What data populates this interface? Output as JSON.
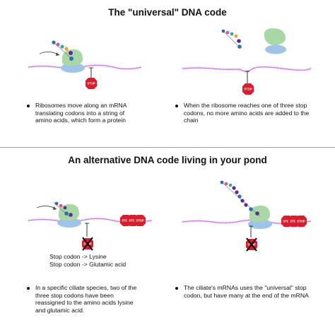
{
  "titles": {
    "top": "The \"universal\" DNA code",
    "middle": "An alternative DNA code living in your pond"
  },
  "bullets": {
    "top_left": [
      "Ribosomes move along an mRNA",
      "translating codons into a string of",
      "amino acids, which form a protein"
    ],
    "top_right": [
      "When the ribosome reaches one of three stop",
      "codons, no more amino acids are added to the",
      "chain"
    ],
    "bottom_left": [
      "In a specific ciliate species, two of the",
      "three stop codons have been",
      "reassigned to the amino acids lysine",
      "and glutamic acid."
    ],
    "bottom_right": [
      "The ciliate's mRNAs uses the \"universal\" stop",
      "codon, but have many at the end of the mRNA"
    ]
  },
  "notes": {
    "codon_1": "Stop codon -> Lysine",
    "codon_2": "Stop codon -> Glutamic acid"
  },
  "stop_label": "STOP",
  "colors": {
    "mrna": "#c77dd8",
    "ribosome_small": "#9fc4e6",
    "ribosome_large": "#a9d8a6",
    "stop_sign": "#d81e2c",
    "cross": "#c3161c",
    "amino_purple": "#5b2d8e",
    "amino_blue": "#2f6db0",
    "amino_teal": "#3aa6a0",
    "amino_gold": "#e0a52a",
    "amino_pink": "#d25aa0"
  },
  "icons": [
    "ribosome-icon",
    "mrna-strand-icon",
    "amino-acid-chain-icon",
    "stop-sign-icon",
    "cross-icon",
    "arrow-icon"
  ]
}
